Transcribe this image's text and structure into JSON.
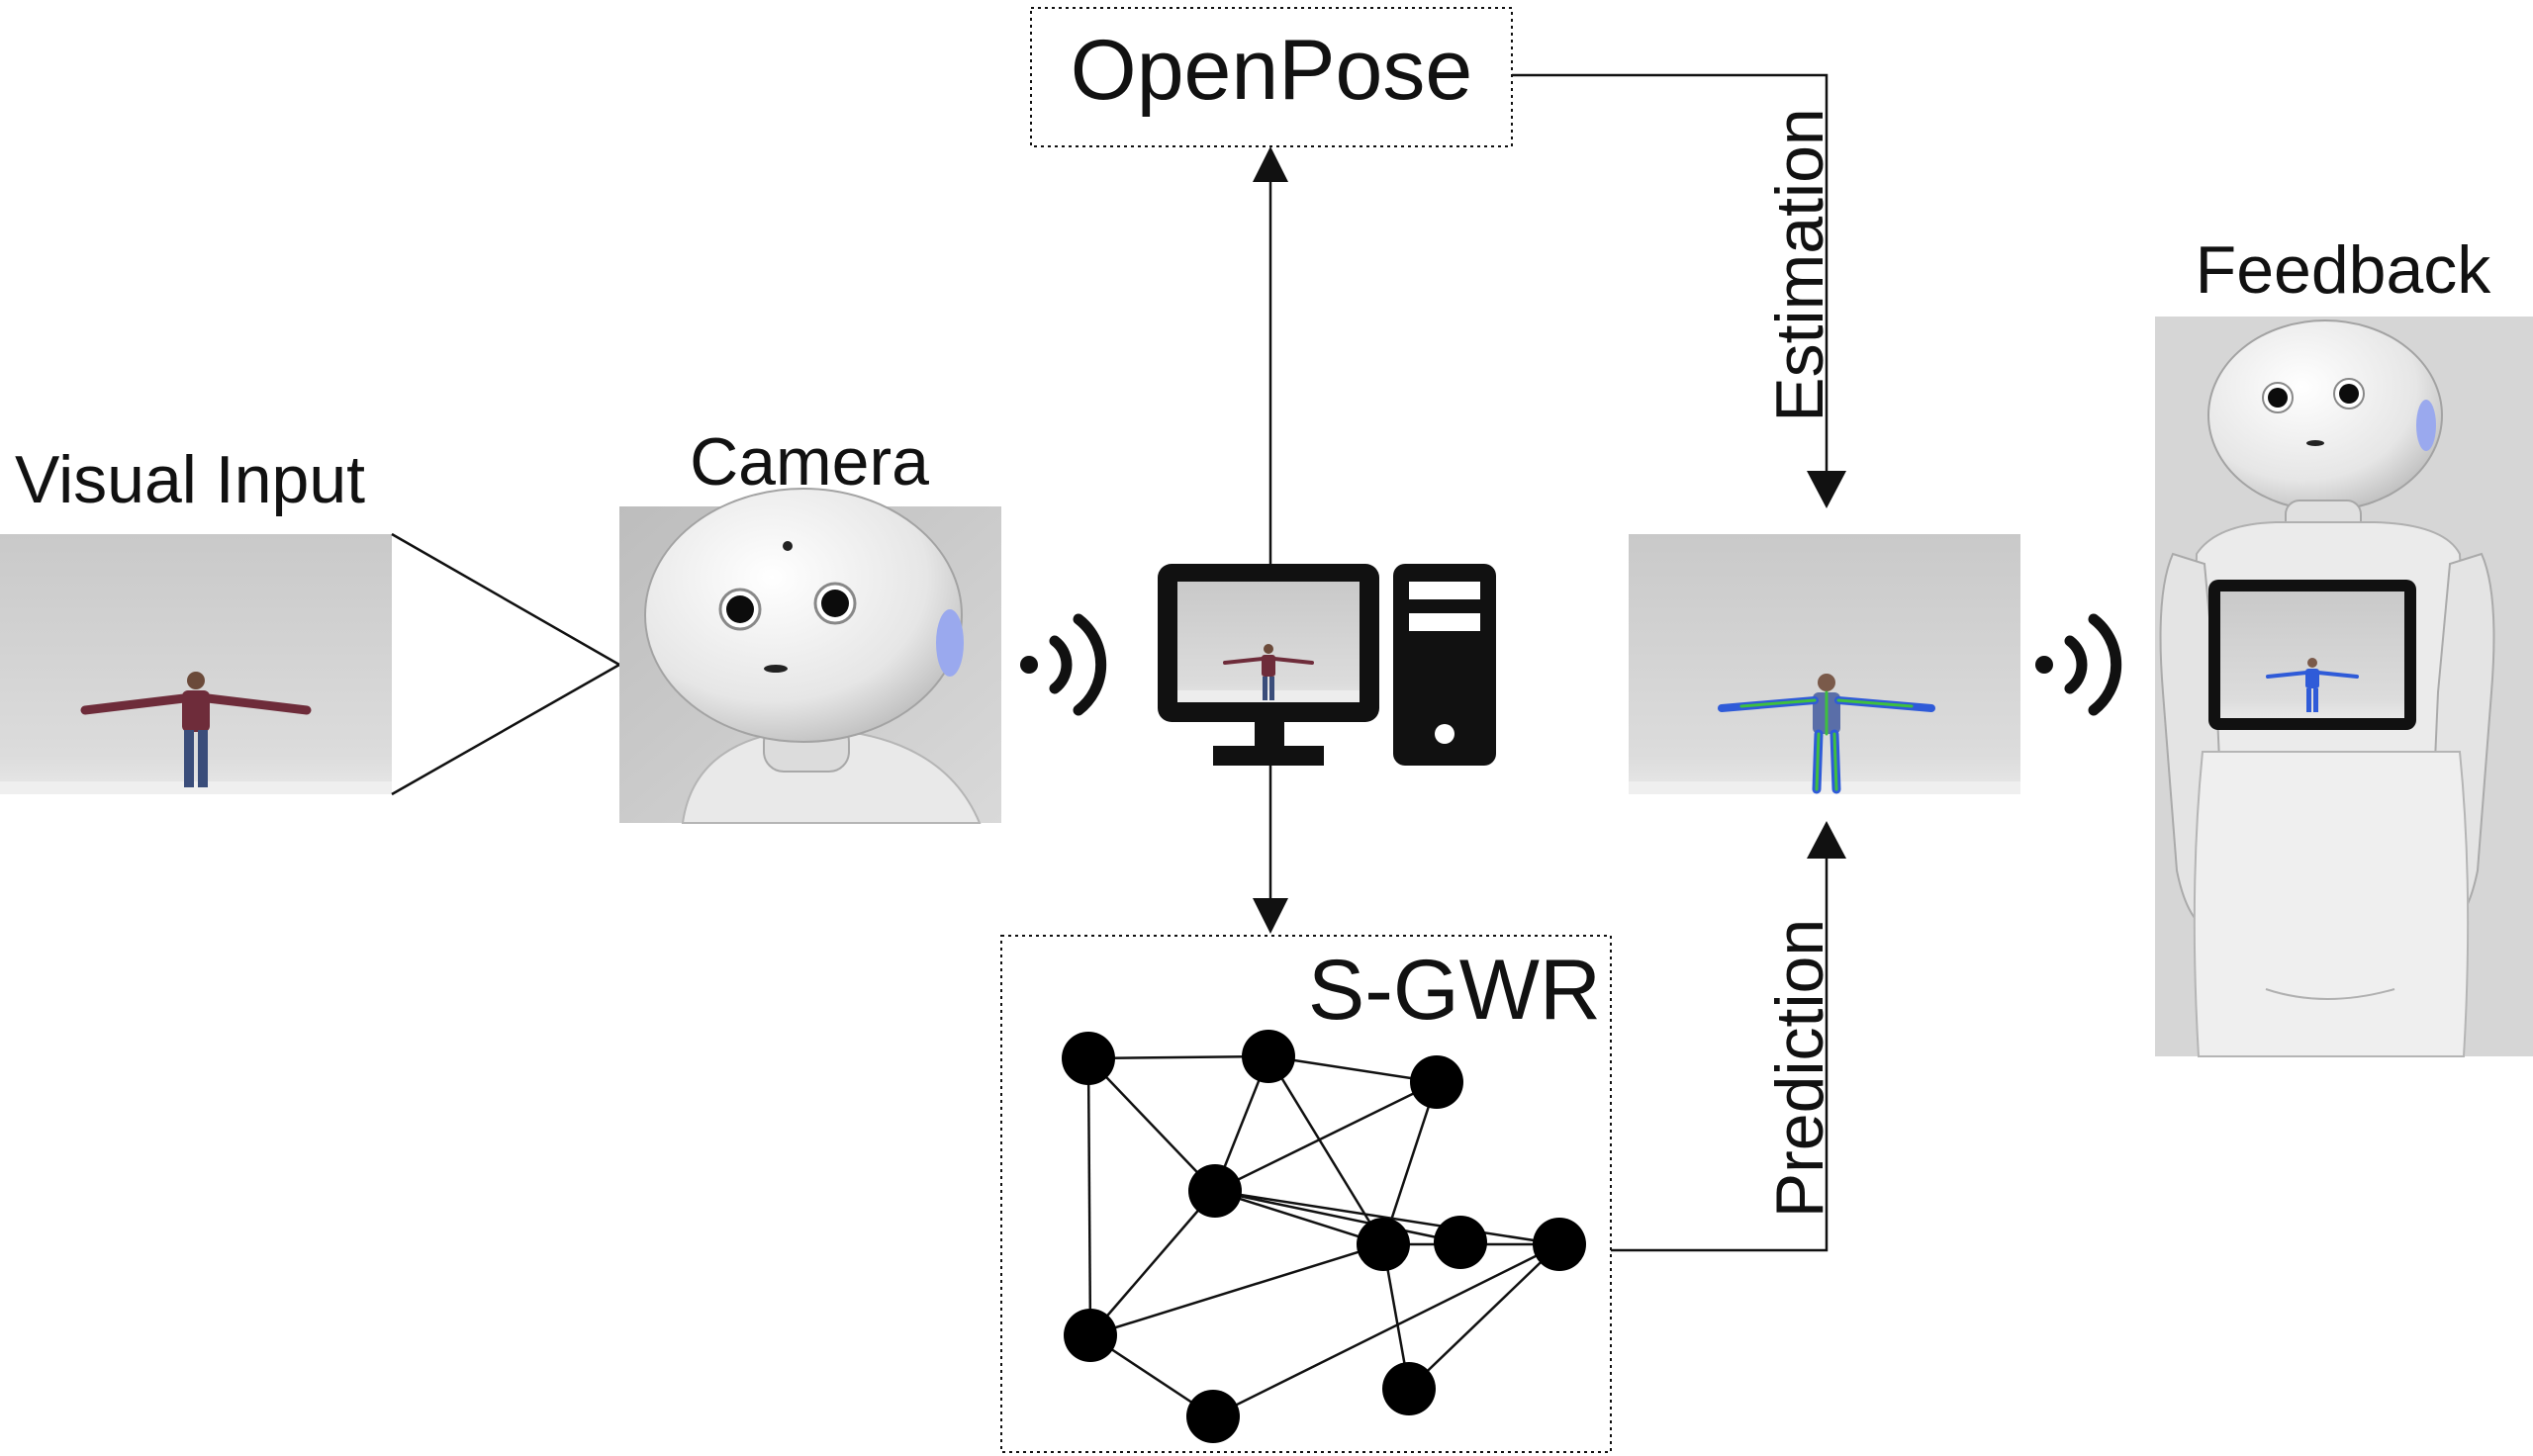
{
  "labels": {
    "openpose": "OpenPose",
    "visual_input": "Visual Input",
    "camera": "Camera",
    "feedback": "Feedback",
    "estimation": "Estimation",
    "prediction": "Prediction",
    "sgwr": "S-GWR"
  },
  "colors": {
    "line": "#111111",
    "photo_background": "#cfcfcf",
    "robot_white": "#ececec",
    "skeleton_blue": "#2f5bd8",
    "skeleton_green": "#3fbf3f",
    "robot_ear_blue": "#8fa8ff"
  },
  "icons": [
    "wireless-signal-icon",
    "computer-monitor-icon",
    "computer-tower-icon"
  ],
  "network": {
    "node_count": 10,
    "edges": [
      [
        0,
        1
      ],
      [
        0,
        3
      ],
      [
        0,
        5
      ],
      [
        1,
        3
      ],
      [
        1,
        2
      ],
      [
        1,
        4
      ],
      [
        2,
        3
      ],
      [
        2,
        4
      ],
      [
        3,
        4
      ],
      [
        3,
        5
      ],
      [
        3,
        8
      ],
      [
        3,
        9
      ],
      [
        4,
        5
      ],
      [
        4,
        9
      ],
      [
        4,
        7
      ],
      [
        5,
        6
      ],
      [
        6,
        9
      ],
      [
        7,
        9
      ]
    ]
  }
}
